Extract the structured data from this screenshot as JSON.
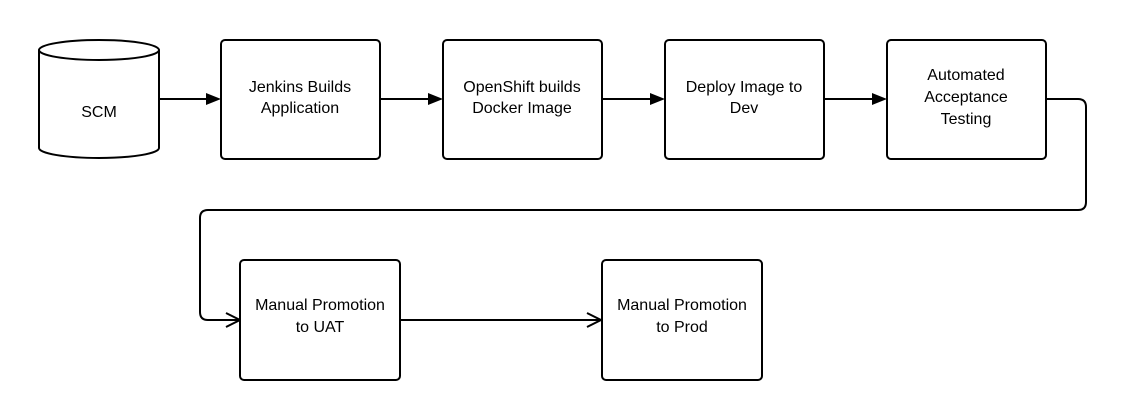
{
  "nodes": {
    "scm": {
      "lines": [
        "SCM"
      ]
    },
    "jenkins": {
      "lines": [
        "Jenkins Builds",
        "Application"
      ]
    },
    "openshift": {
      "lines": [
        "OpenShift builds",
        "Docker Image"
      ]
    },
    "deploy_dev": {
      "lines": [
        "Deploy Image to",
        "Dev"
      ]
    },
    "acceptance": {
      "lines": [
        "Automated",
        "Acceptance",
        "Testing"
      ]
    },
    "uat": {
      "lines": [
        "Manual Promotion",
        "to UAT"
      ]
    },
    "prod": {
      "lines": [
        "Manual Promotion",
        "to Prod"
      ]
    }
  },
  "edges": [
    {
      "from": "scm",
      "to": "jenkins",
      "head": "filled"
    },
    {
      "from": "jenkins",
      "to": "openshift",
      "head": "filled"
    },
    {
      "from": "openshift",
      "to": "deploy_dev",
      "head": "filled"
    },
    {
      "from": "deploy_dev",
      "to": "acceptance",
      "head": "filled"
    },
    {
      "from": "acceptance",
      "to": "uat",
      "head": "open"
    },
    {
      "from": "uat",
      "to": "prod",
      "head": "open"
    }
  ],
  "colors": {
    "stroke": "#000000",
    "fill": "#ffffff",
    "text": "#000000"
  }
}
